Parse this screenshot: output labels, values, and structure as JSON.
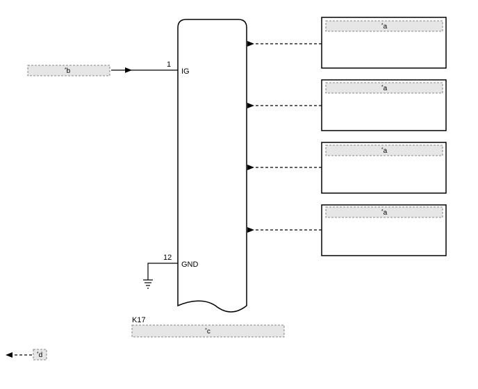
{
  "component": {
    "connector_code": "K17",
    "pins": [
      {
        "number": "1",
        "name": "IG"
      },
      {
        "number": "12",
        "name": "GND"
      }
    ]
  },
  "callouts": {
    "a": "a",
    "b": "b",
    "c": "c",
    "d": "d"
  },
  "callout_marker": "*"
}
